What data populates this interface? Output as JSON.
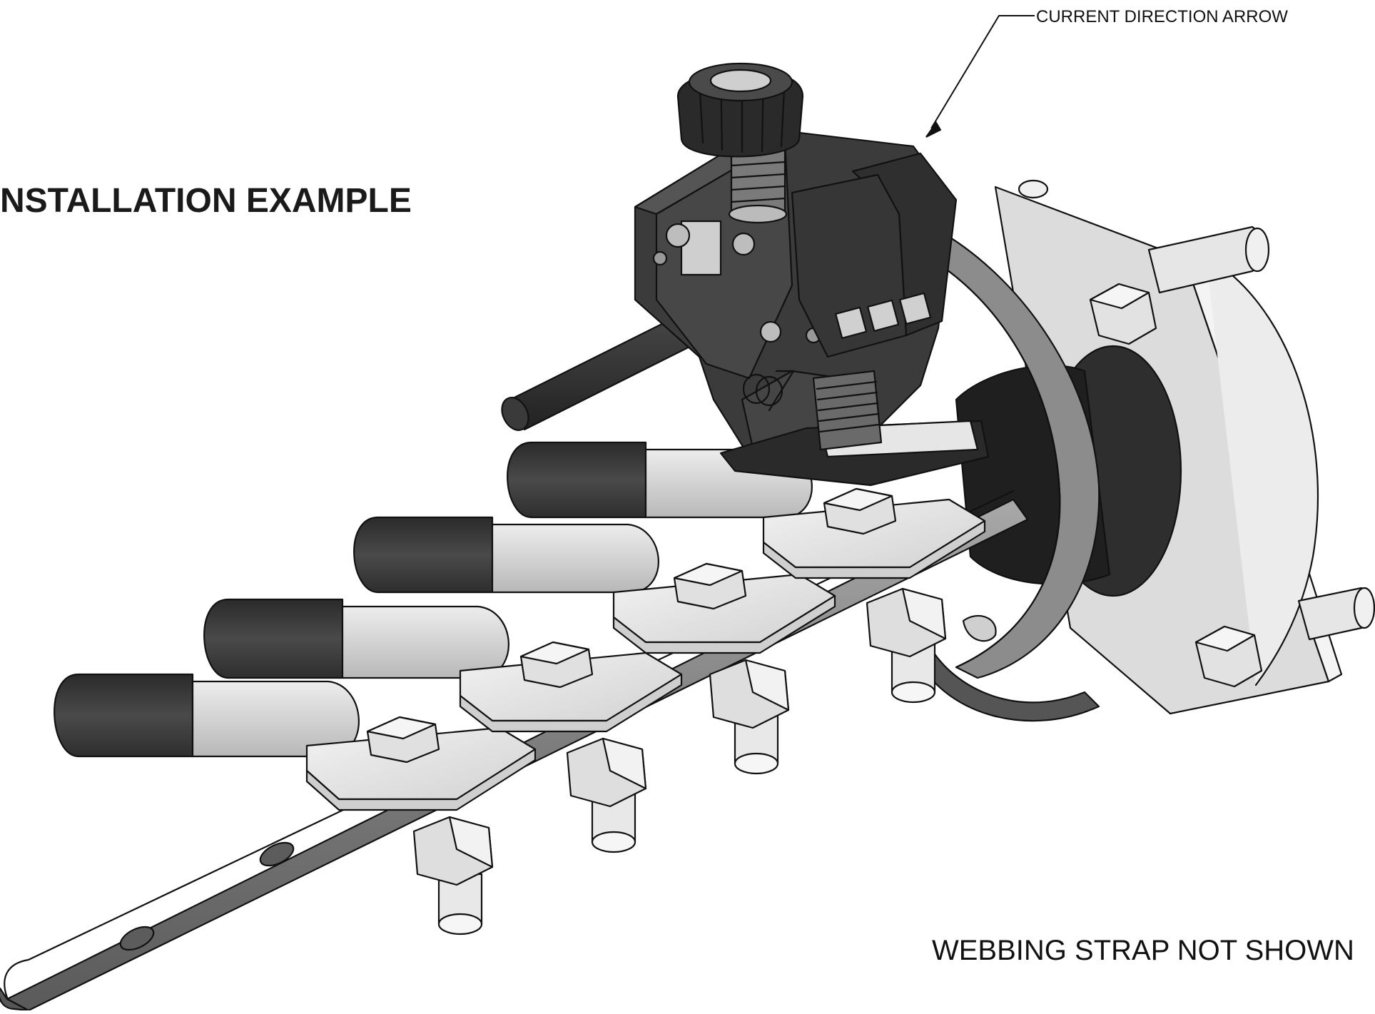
{
  "title": "NSTALLATION EXAMPLE",
  "callout": {
    "label": "CURRENT DIRECTION ARROW"
  },
  "note": "WEBBING STRAP NOT SHOWN",
  "colors": {
    "outline": "#111111",
    "dark_part": "#3a3a3a",
    "light_part": "#d9d9d9",
    "mid_part": "#9a9a9a",
    "background": "#ffffff"
  }
}
